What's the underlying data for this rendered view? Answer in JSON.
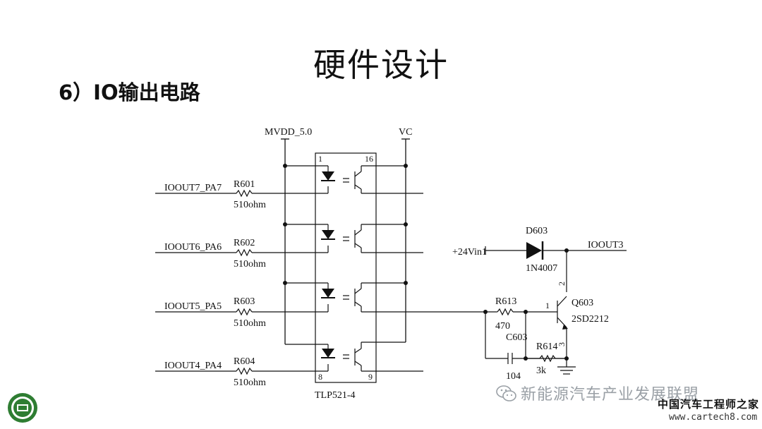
{
  "title": "硬件设计",
  "section_heading": "6）IO输出电路",
  "schematic": {
    "power_labels": {
      "mvdd": "MVDD_5.0",
      "vc": "VC"
    },
    "inputs": [
      {
        "signal": "IOOUT7_PA7",
        "resistor": "R601",
        "value": "510ohm"
      },
      {
        "signal": "IOOUT6_PA6",
        "resistor": "R602",
        "value": "510ohm"
      },
      {
        "signal": "IOOUT5_PA5",
        "resistor": "R603",
        "value": "510ohm"
      },
      {
        "signal": "IOOUT4_PA4",
        "resistor": "R604",
        "value": "510ohm"
      }
    ],
    "optocoupler": {
      "part": "TLP521-4",
      "pin_1": "1",
      "pin_16": "16",
      "pin_8": "8",
      "pin_9": "9"
    },
    "diode": {
      "ref": "D603",
      "part": "1N4007"
    },
    "supply_input": "+24Vin1",
    "output": "IOOUT3",
    "transistor": {
      "ref": "Q603",
      "part": "2SD2212",
      "pin_base": "1",
      "pin_collector": "2",
      "pin_emitter": "3"
    },
    "r613": {
      "ref": "R613",
      "value": "470"
    },
    "c603": {
      "ref": "C603",
      "value": "104"
    },
    "r614": {
      "ref": "R614",
      "value": "3k"
    }
  },
  "footer": {
    "watermark": "新能源汽车产业发展联盟",
    "site_name": "中国汽车工程师之家",
    "site_url": "www.cartech8.com"
  },
  "colors": {
    "logo_green": "#2e7d32",
    "watermark": "#9aa0a6"
  }
}
